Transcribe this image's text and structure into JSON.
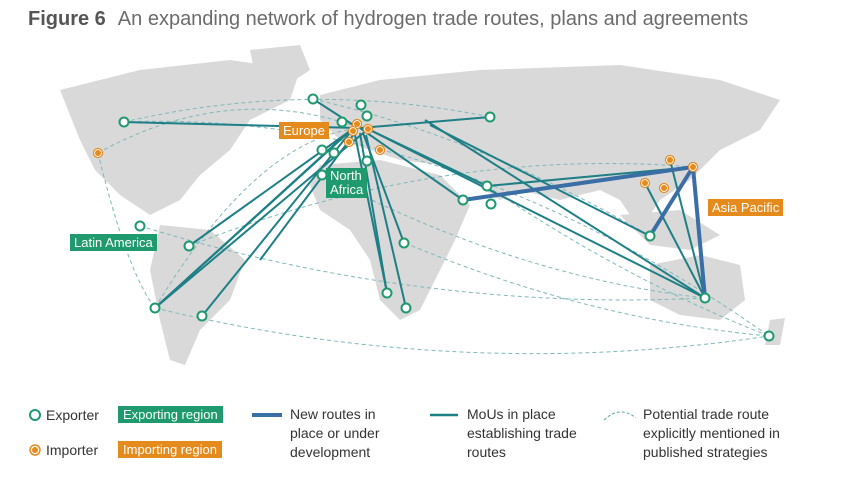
{
  "title": {
    "figure": "Figure 6",
    "text": "An expanding network of hydrogen trade routes, plans and agreements"
  },
  "regions": {
    "europe": "Europe",
    "north_africa": "North\nAfrica",
    "latin_america": "Latin America",
    "asia_pacific": "Asia Pacific"
  },
  "legend": {
    "exporter": "Exporter",
    "exporting_region": "Exporting region",
    "importer": "Importer",
    "importing_region": "Importing region",
    "new_routes": "New routes in place or under development",
    "mous": "MoUs in place establishing trade routes",
    "potential": "Potential trade route explicitly mentioned in published strategies"
  },
  "colors": {
    "exporter": "#1e9a6e",
    "importer": "#e58a1c",
    "mou": "#1f7f86",
    "new_route": "#3a6ea5",
    "land": "#d9d9d9"
  }
}
